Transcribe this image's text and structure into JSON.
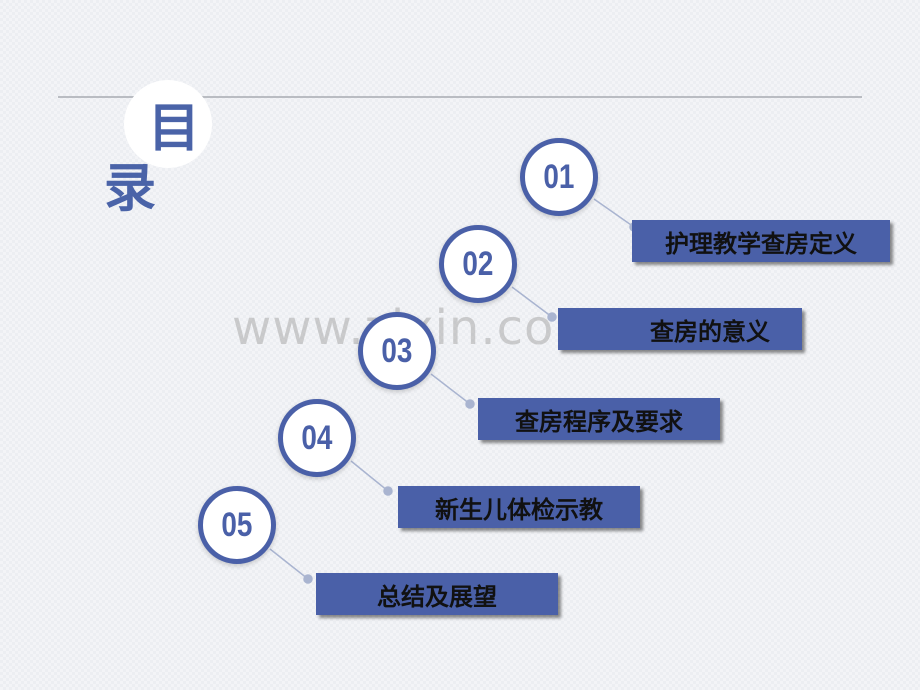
{
  "title": {
    "char1": "目",
    "char2": "录"
  },
  "watermark": "www.zixin.com",
  "items": [
    {
      "number": "01",
      "label": "护理教学查房定义"
    },
    {
      "number": "02",
      "label": "查房的意义"
    },
    {
      "number": "03",
      "label": "查房程序及要求"
    },
    {
      "number": "04",
      "label": "新生儿体检示教"
    },
    {
      "number": "05",
      "label": "总结及展望"
    }
  ],
  "colors": {
    "accent": "#4a60a8",
    "title": "#4a63a8",
    "label_text": "#111111"
  }
}
